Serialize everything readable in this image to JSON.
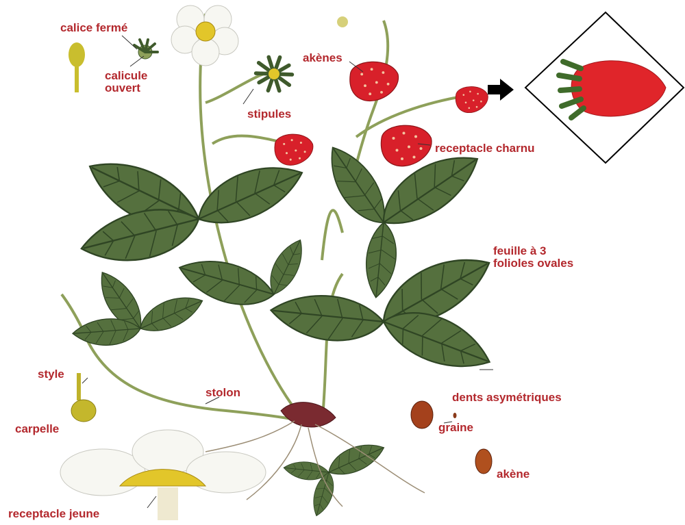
{
  "labels": {
    "calice_ferme": "calice fermé",
    "calicule_ouvert_1": "calicule",
    "calicule_ouvert_2": "ouvert",
    "stipules": "stipules",
    "akenes": "akènes",
    "receptacle_charnu": "receptacle charnu",
    "feuille_1": "feuille à 3",
    "feuille_2": "folioles ovales",
    "style": "style",
    "carpelle": "carpelle",
    "stolon": "stolon",
    "dents": "dents asymétriques",
    "graine": "graine",
    "akene": "akène",
    "receptacle_jeune": "receptacle jeune"
  },
  "colors": {
    "label": "#b3282d",
    "leaf": "#4f6b3a",
    "leaf_dark": "#2f4524",
    "fruit": "#d8202a",
    "petal": "#f7f7f2",
    "stamen": "#e2c62a",
    "stem": "#b9a24f"
  },
  "icons": [
    "arrow-right-icon"
  ]
}
